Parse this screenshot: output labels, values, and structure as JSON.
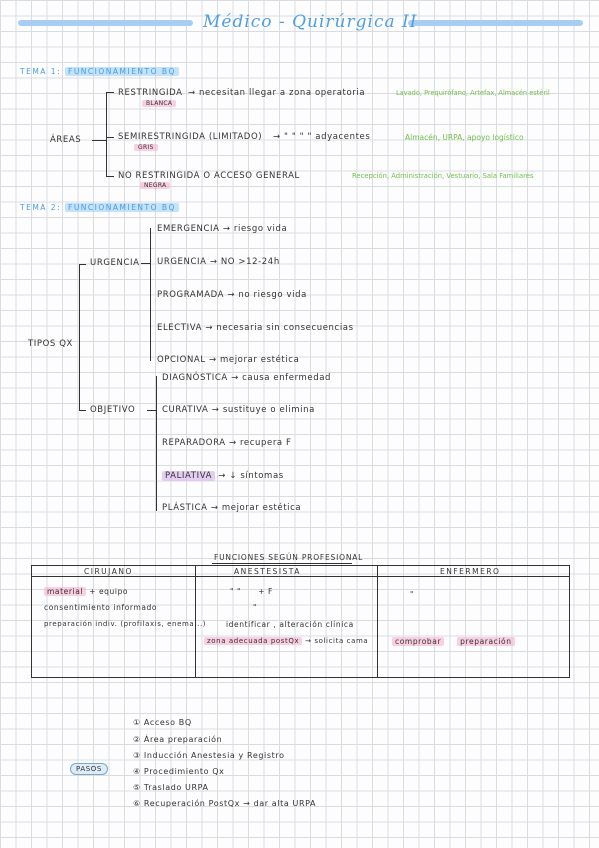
{
  "header": {
    "title": "Médico - Quirúrgica II"
  },
  "tema1": {
    "label": "TEMA 1:",
    "title": "FUNCIONAMIENTO BQ",
    "root": "ÁREAS",
    "items": [
      {
        "name": "RESTRINGIDA",
        "desc": "necesitan llegar a zona operatoria",
        "tag": "BLANCA",
        "examples": "Lavado, Prequirófano, Artefax, Almacén estéril"
      },
      {
        "name": "SEMIRESTRINGIDA (LIMITADO)",
        "desc": "\" \" \" \" adyacentes",
        "tag": "GRIS",
        "examples": "Almacén, URPA, apoyo logístico"
      },
      {
        "name": "NO RESTRINGIDA O ACCESO GENERAL",
        "desc": "",
        "tag": "NEGRA",
        "examples": "Recepción, Administración, Vestuario, Sala Familiares"
      }
    ]
  },
  "tema2": {
    "label": "TEMA 2:",
    "title": "FUNCIONAMIENTO BQ",
    "root": "TIPOS QX",
    "urgencia": {
      "label": "URGENCIA",
      "items": [
        {
          "name": "EMERGENCIA",
          "desc": "riesgo vida"
        },
        {
          "name": "URGENCIA",
          "desc": "NO >12-24h"
        },
        {
          "name": "PROGRAMADA",
          "desc": "no riesgo vida"
        },
        {
          "name": "ELECTIVA",
          "desc": "necesaria sin consecuencias"
        },
        {
          "name": "OPCIONAL",
          "desc": "mejorar estética"
        }
      ]
    },
    "objetivo": {
      "label": "OBJETIVO",
      "items": [
        {
          "name": "DIAGNÓSTICA",
          "desc": "causa enfermedad"
        },
        {
          "name": "CURATIVA",
          "desc": "sustituye o elimina"
        },
        {
          "name": "REPARADORA",
          "desc": "recupera F"
        },
        {
          "name": "PALIATIVA",
          "desc": "↓ síntomas"
        },
        {
          "name": "PLÁSTICA",
          "desc": "mejorar estética"
        }
      ]
    }
  },
  "funciones": {
    "title": "FUNCIONES SEGÚN PROFESIONAL",
    "headers": [
      "CIRUJANO",
      "ANESTESISTA",
      "ENFERMERO"
    ],
    "cirujano": [
      "material",
      "+ equipo",
      "consentimiento informado",
      "preparación indiv. (profilaxis, enema...)"
    ],
    "anestesista": [
      "\" \"",
      "+ F",
      "\"",
      "identificar , alteración clínica",
      "zona adecuada postQx",
      "→ solicita cama"
    ],
    "enfermero": [
      "\"",
      "comprobar",
      "preparación"
    ]
  },
  "pasos": {
    "label": "PASOS",
    "steps": [
      "① Acceso BQ",
      "② Área preparación",
      "③ Inducción Anestesia y Registro",
      "④ Procedimiento Qx",
      "⑤ Traslado URPA",
      "⑥ Recuperación PostQx → dar alta URPA"
    ]
  }
}
